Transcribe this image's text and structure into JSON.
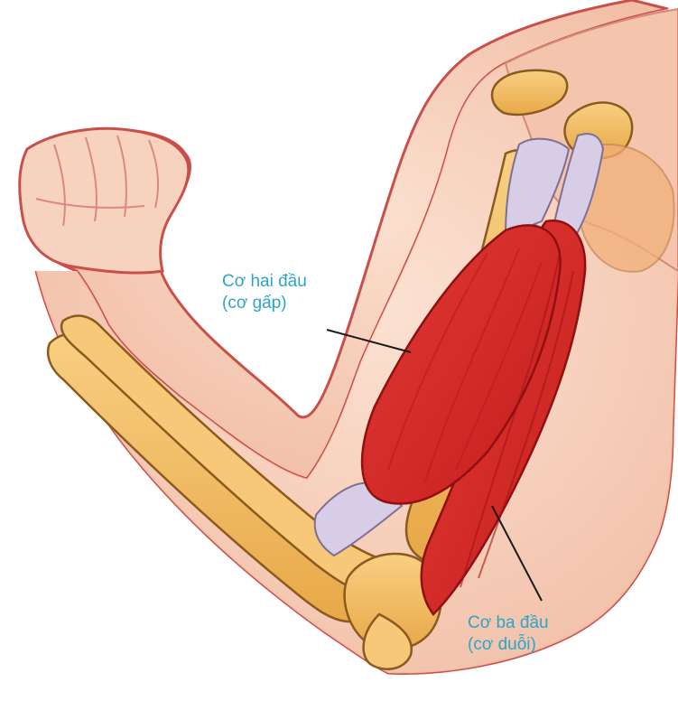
{
  "labels": {
    "biceps": {
      "line1": "Cơ hai đầu",
      "line2": "(cơ gấp)"
    },
    "triceps": {
      "line1": "Cơ ba đầu",
      "line2": "(cơ duỗi)"
    }
  },
  "colors": {
    "label_text": "#2aa6c8",
    "skin": "#f6cdb8",
    "skin_outline": "#c9504a",
    "bone": "#f3bd63",
    "bone_outline": "#8a5a1e",
    "muscle": "#d82a2a",
    "muscle_dark": "#b31818",
    "tendon": "#d7cde6",
    "leader_line": "#1a1a1a"
  },
  "icons": {
    "illustration": "arm-muscle-anatomy-illustration"
  }
}
